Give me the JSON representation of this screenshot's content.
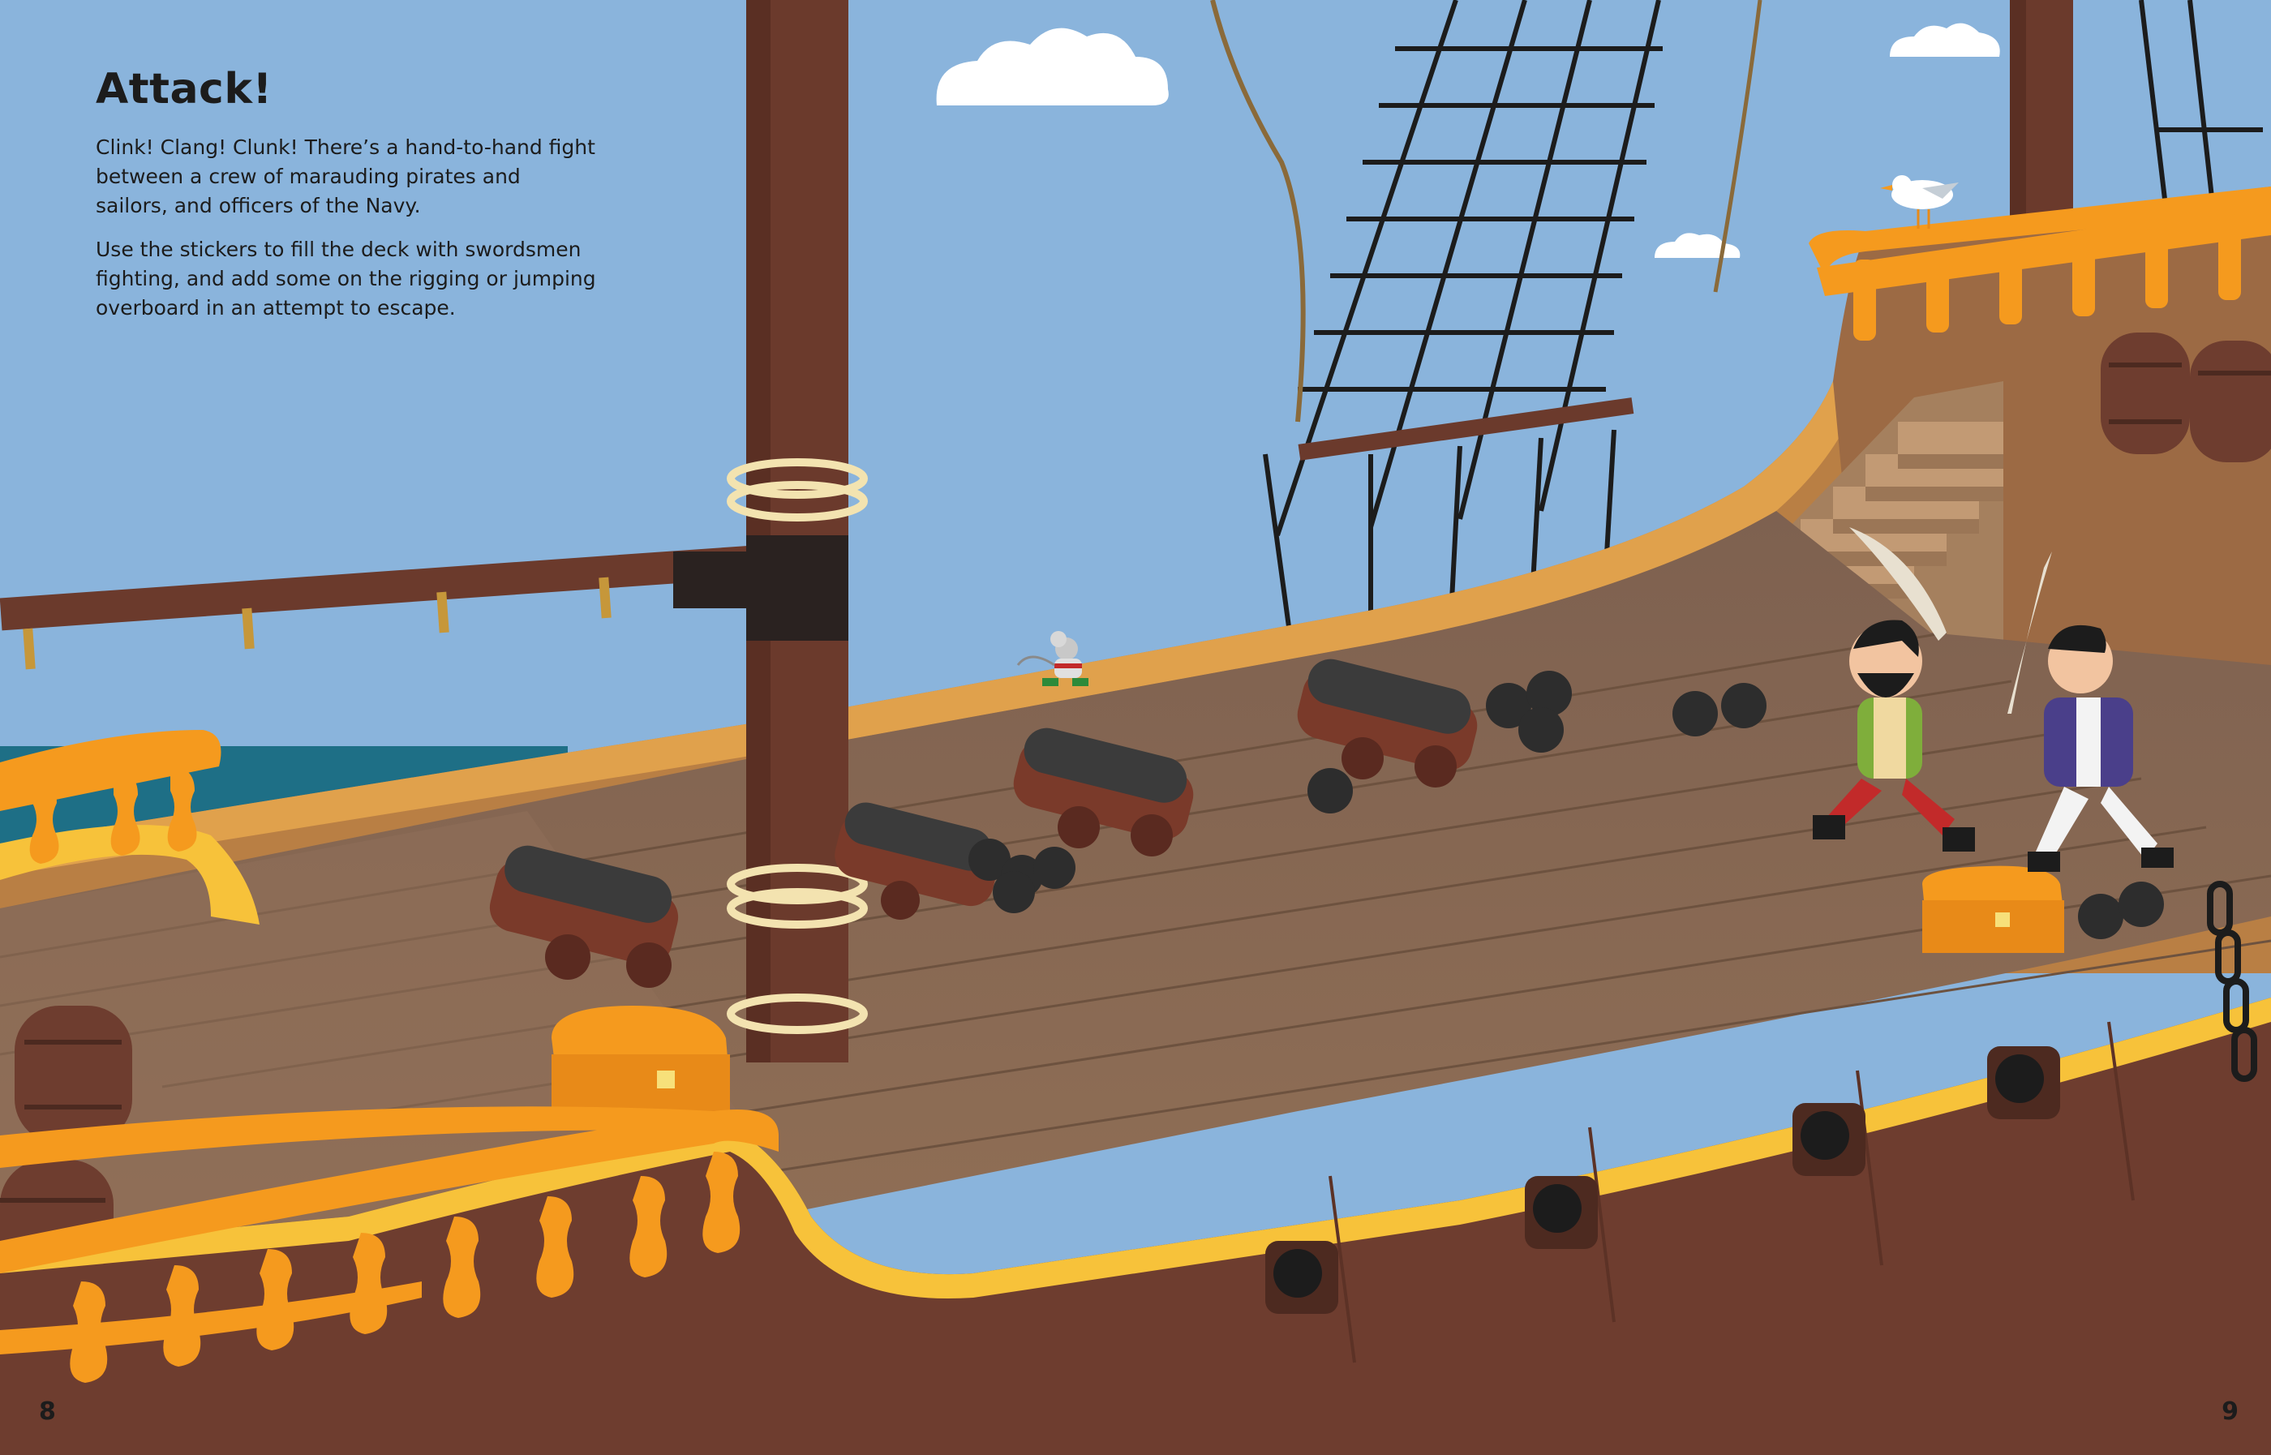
{
  "page": {
    "title": "Attack!",
    "paragraphs": [
      "Clink! Clang! Clunk! There’s a hand-to-hand fight between a crew of marauding pirates and sailors, and officers of the Navy.",
      "Use the stickers to fill the deck with swordsmen fighting, and add some on the rigging or jumping overboard in an attempt to escape."
    ],
    "page_left": "8",
    "page_right": "9"
  },
  "colors": {
    "sky": "#8ab4dc",
    "sea": "#1e6f86",
    "hull": "#6e3d2f",
    "deck": "#8a6a52",
    "rail_orange": "#f59a1e",
    "rail_yellow": "#f7c23a",
    "mast": "#6b3a2c",
    "cannon": "#3b3b3b"
  },
  "icons": [
    "pirate-ship-illustration",
    "cannon-icon",
    "cannonball-icon",
    "treasure-chest-icon",
    "barrel-icon",
    "seagull-icon",
    "mouse-icon",
    "cloud-icon"
  ]
}
